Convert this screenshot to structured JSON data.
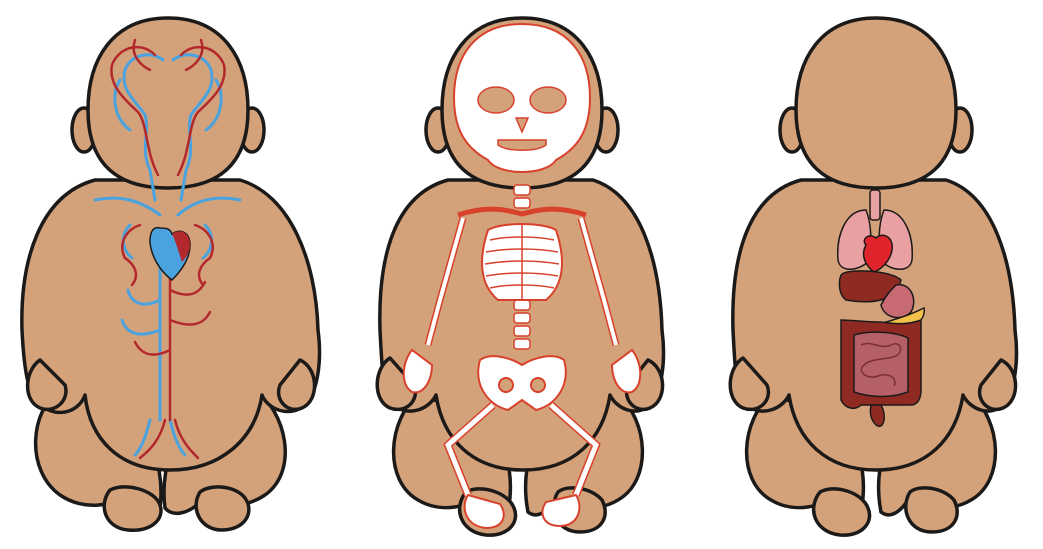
{
  "colors": {
    "skin": "#d4a27a",
    "outline": "#1c1a19",
    "artery": "#b3282d",
    "vein": "#4aa3de",
    "bone": "#ffffff",
    "bone_outline": "#d8412c",
    "heart": "#e0242c",
    "lung": "#e9a0a2",
    "liver": "#8e2a22",
    "stomach": "#c86a73",
    "pancreas": "#f3c24a",
    "intestine_large": "#8f2a22",
    "intestine_small": "#b56069"
  },
  "panels": [
    {
      "id": "circulatory",
      "icon": "blood-vessels-icon"
    },
    {
      "id": "skeletal",
      "icon": "skeleton-icon"
    },
    {
      "id": "digestive",
      "icon": "organs-icon"
    }
  ]
}
